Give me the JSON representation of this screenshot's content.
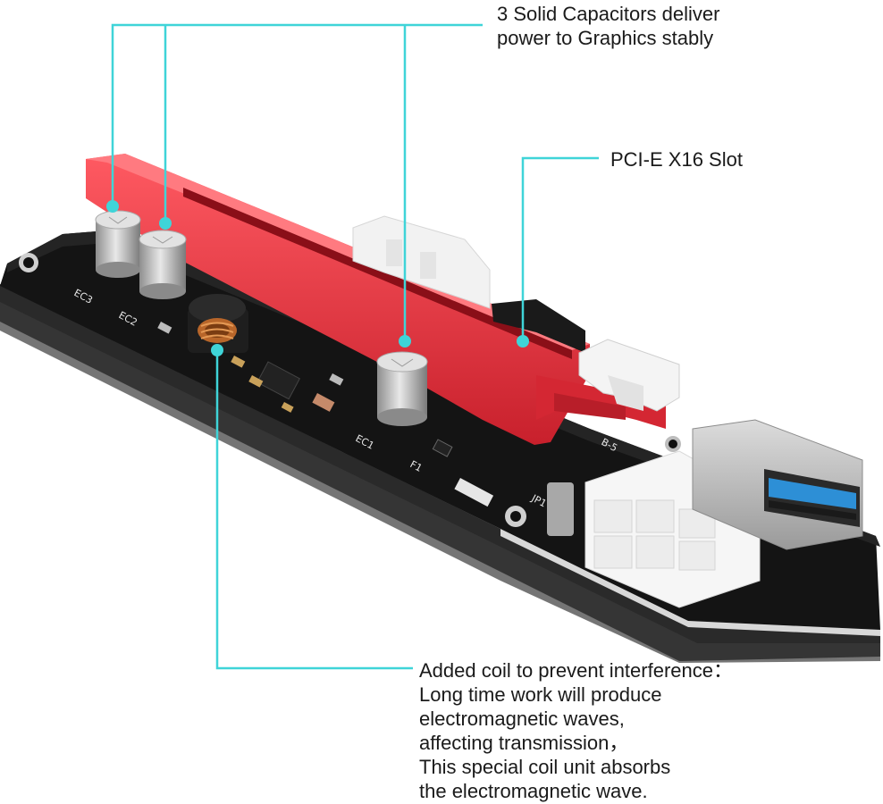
{
  "colors": {
    "callout_line": "#3fd4d8",
    "board": "#151515",
    "slot": "#e23a45",
    "background": "#ffffff"
  },
  "callouts": {
    "capacitors": "3 Solid Capacitors deliver\npower to Graphics stably",
    "slot": "PCI-E X16 Slot",
    "coil": "Added coil to prevent interference：\nLong time work will produce\nelectromagnetic waves,\naffecting transmission，\nThis special coil unit absorbs\nthe electromagnetic wave."
  }
}
